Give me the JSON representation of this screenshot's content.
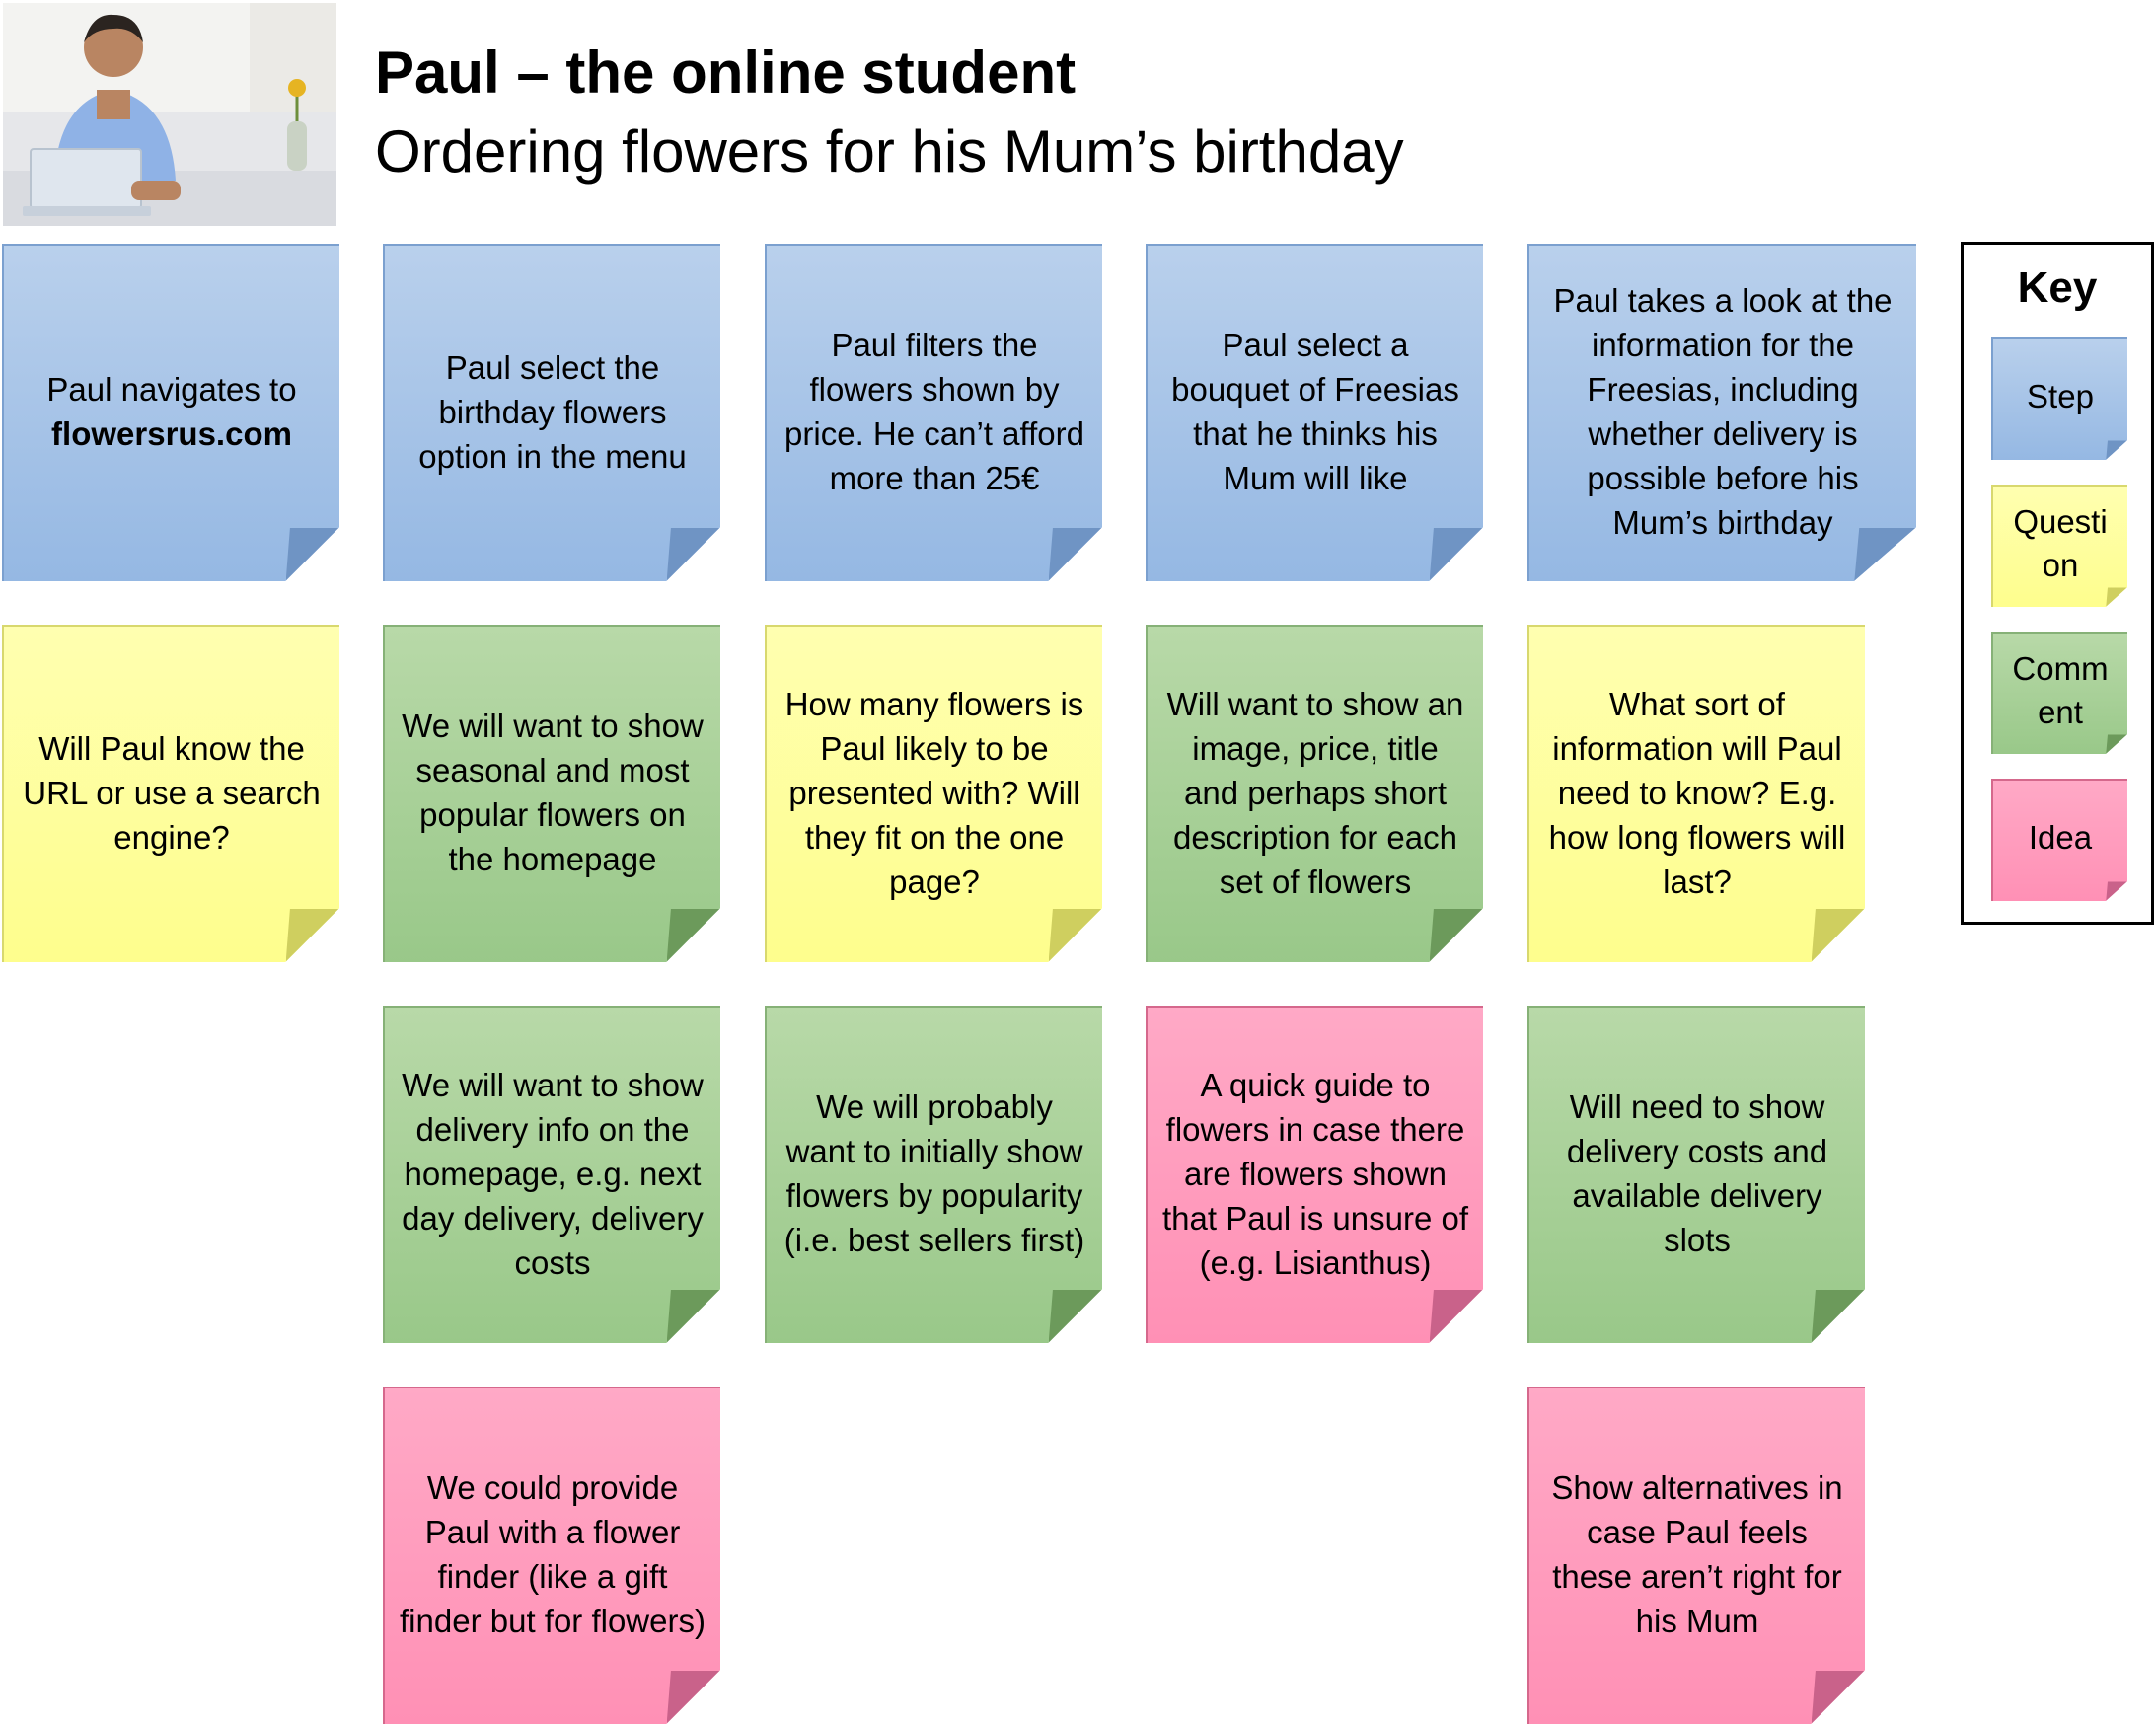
{
  "header": {
    "title": "Paul – the online student",
    "subtitle": "Ordering flowers for his Mum’s birthday"
  },
  "colors": {
    "step": "#a5c3e8",
    "question": "#feff9c",
    "comment": "#a8d097",
    "idea": "#ff9cbf"
  },
  "notes": {
    "c1r1": {
      "type": "Step",
      "text_before": "Paul navigates to",
      "text_bold": "flowersrus.com"
    },
    "c2r1": {
      "type": "Step",
      "text": "Paul select the birthday flowers option in the menu"
    },
    "c3r1": {
      "type": "Step",
      "text": "Paul filters the flowers shown by price. He can’t afford more than 25€"
    },
    "c4r1": {
      "type": "Step",
      "text": "Paul select a bouquet of Freesias that he thinks his Mum will like"
    },
    "c5r1": {
      "type": "Step",
      "text": "Paul takes a look at the information for the Freesias, including whether delivery is possible before his Mum’s birthday"
    },
    "c1r2": {
      "type": "Question",
      "text": "Will Paul know the URL or use a search engine?"
    },
    "c2r2": {
      "type": "Comment",
      "text": "We will want to show seasonal and most popular flowers on the homepage"
    },
    "c3r2": {
      "type": "Question",
      "text": "How many flowers is Paul likely to be presented with? Will they fit on the one page?"
    },
    "c4r2": {
      "type": "Comment",
      "text": "Will want to show an image, price, title and perhaps short description for each set of flowers"
    },
    "c5r2": {
      "type": "Question",
      "text": "What sort of information will Paul need to know? E.g. how long flowers will last?"
    },
    "c2r3": {
      "type": "Comment",
      "text": "We will want to show delivery info on the homepage, e.g. next day delivery, delivery costs"
    },
    "c3r3": {
      "type": "Comment",
      "text": "We will probably want to initially show flowers by popularity (i.e. best sellers first)"
    },
    "c4r3": {
      "type": "Idea",
      "text": "A quick guide to flowers in case there are flowers shown that Paul is unsure of (e.g. Lisianthus)"
    },
    "c5r3": {
      "type": "Comment",
      "text": "Will need to show delivery costs and available delivery slots"
    },
    "c2r4": {
      "type": "Idea",
      "text": "We could provide Paul with a flower finder (like a gift finder but for flowers)"
    },
    "c5r4": {
      "type": "Idea",
      "text": "Show alternatives in case Paul feels these aren’t right for his Mum"
    }
  },
  "key": {
    "title": "Key",
    "step": "Step",
    "question": "Questi on",
    "comment": "Comm ent",
    "idea": "Idea"
  }
}
